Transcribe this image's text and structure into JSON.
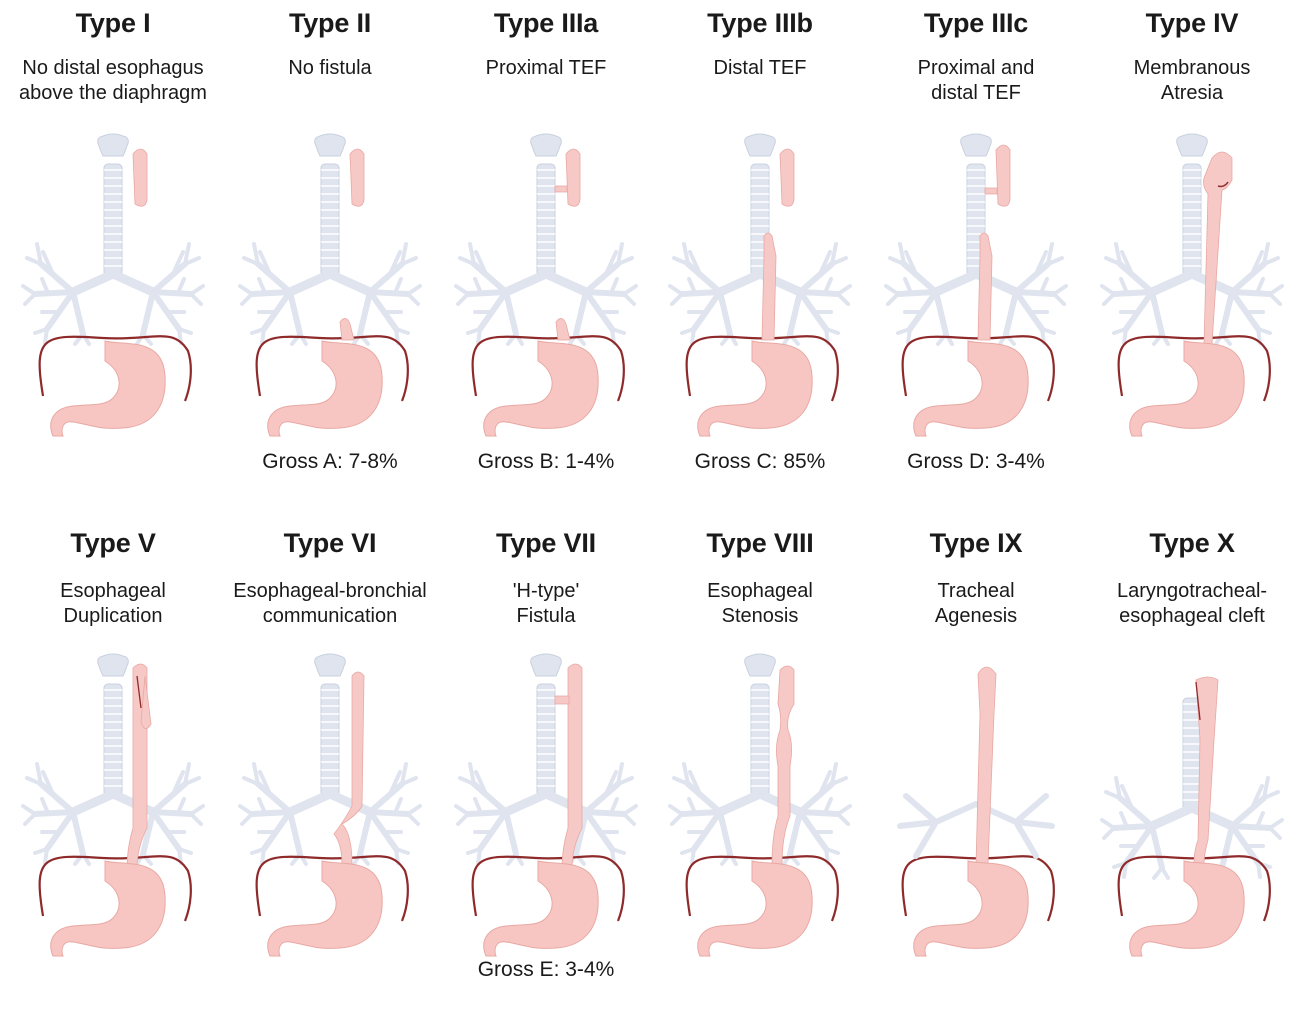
{
  "panels": [
    {
      "id": "type-i",
      "title": "Type I",
      "subtitle": [
        "No distal esophagus",
        "above the diaphragm"
      ],
      "gross": ""
    },
    {
      "id": "type-ii",
      "title": "Type II",
      "subtitle": [
        "No fistula"
      ],
      "gross": "Gross A: 7-8%"
    },
    {
      "id": "type-iiia",
      "title": "Type IIIa",
      "subtitle": [
        "Proximal TEF"
      ],
      "gross": "Gross B: 1-4%"
    },
    {
      "id": "type-iiib",
      "title": "Type IIIb",
      "subtitle": [
        "Distal TEF"
      ],
      "gross": "Gross C: 85%"
    },
    {
      "id": "type-iiic",
      "title": "Type IIIc",
      "subtitle": [
        "Proximal and",
        "distal TEF"
      ],
      "gross": "Gross D: 3-4%"
    },
    {
      "id": "type-iv",
      "title": "Type IV",
      "subtitle": [
        "Membranous",
        "Atresia"
      ],
      "gross": ""
    },
    {
      "id": "type-v",
      "title": "Type V",
      "subtitle": [
        "Esophageal",
        "Duplication"
      ],
      "gross": ""
    },
    {
      "id": "type-vi",
      "title": "Type VI",
      "subtitle": [
        "Esophageal-bronchial",
        "communication"
      ],
      "gross": ""
    },
    {
      "id": "type-vii",
      "title": "Type VII",
      "subtitle": [
        "'H-type'",
        "Fistula"
      ],
      "gross": "Gross E: 3-4%"
    },
    {
      "id": "type-viii",
      "title": "Type VIII",
      "subtitle": [
        "Esophageal",
        "Stenosis"
      ],
      "gross": ""
    },
    {
      "id": "type-ix",
      "title": "Type IX",
      "subtitle": [
        "Tracheal",
        "Agenesis"
      ],
      "gross": ""
    },
    {
      "id": "type-x",
      "title": "Type X",
      "subtitle": [
        "Laryngotracheal-",
        "esophageal cleft"
      ],
      "gross": ""
    }
  ],
  "colors": {
    "trachea": "#dfe4ef",
    "trachea_stroke": "#c9d0df",
    "esophagus": "#f7c9c6",
    "esophagus_stroke": "#e8a8a3",
    "stomach": "#f7c6c3",
    "diaphragm": "#8f2a2a"
  }
}
